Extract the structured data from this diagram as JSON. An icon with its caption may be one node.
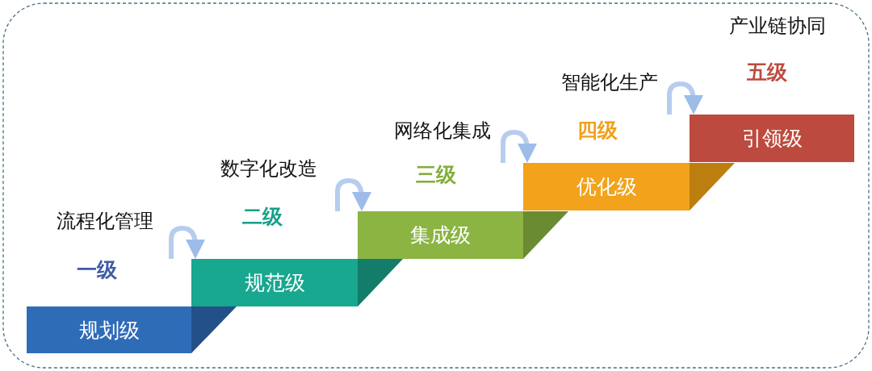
{
  "diagram": {
    "nodes": [
      {
        "text": [
          "规划级"
        ],
        "beside": [
          "流程化管理",
          "一级"
        ]
      },
      {
        "text": [
          "规范级"
        ],
        "beside": [
          "数字化改造",
          "二级"
        ]
      },
      {
        "text": [
          "集成级"
        ],
        "beside": [
          "网络化集成",
          "三级"
        ]
      },
      {
        "text": [
          "优化级"
        ],
        "beside": [
          "智能化生产",
          "四级"
        ]
      },
      {
        "text": [
          "引领级"
        ],
        "beside": [
          "产业链协同",
          "五级"
        ]
      }
    ],
    "edges": [
      {
        "from": null,
        "to": 1,
        "arrow": "to"
      },
      {
        "from": null,
        "to": 2,
        "arrow": "to"
      },
      {
        "from": null,
        "to": 3,
        "arrow": "to"
      },
      {
        "from": null,
        "to": 4,
        "arrow": "to"
      }
    ]
  }
}
